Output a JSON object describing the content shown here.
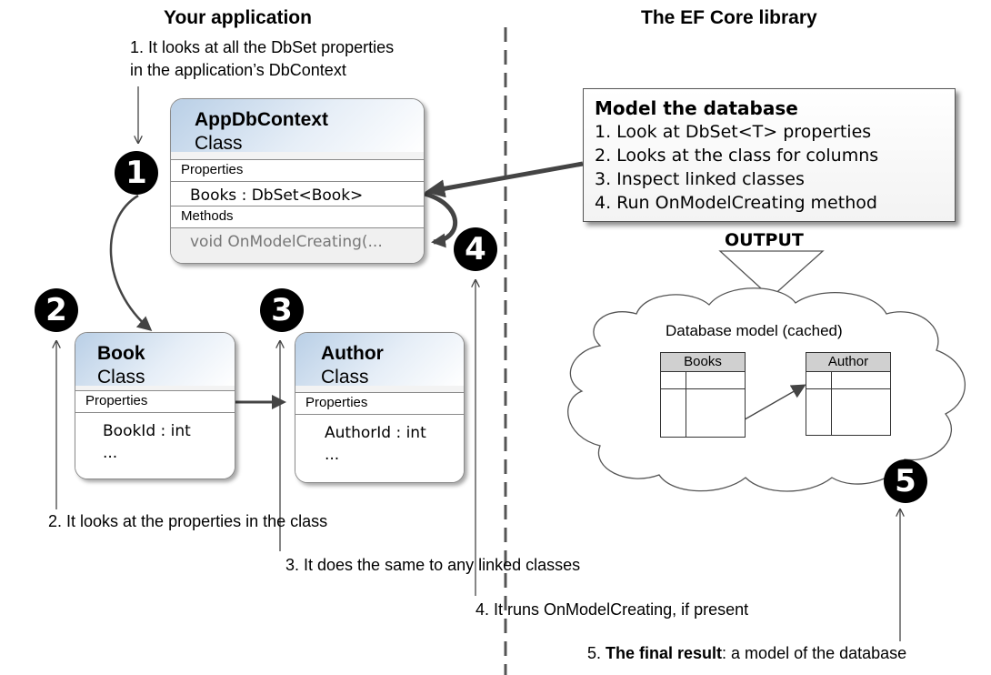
{
  "headings": {
    "left": "Your application",
    "right": "The EF Core library"
  },
  "notes": {
    "step1_line1": "1. It looks at all the DbSet properties",
    "step1_line2": "in the application’s DbContext",
    "step2": "2. It looks at the properties in the class",
    "step3": "3. It does the same to any linked classes",
    "step4": "4. It runs OnModelCreating, if present",
    "step5_prefix": "5. ",
    "step5_bold": "The final result",
    "step5_rest": ": a model of the database"
  },
  "appdbcontext": {
    "name": "AppDbContext",
    "kind": "Class",
    "properties_label": "Properties",
    "property": "Books : DbSet<Book>",
    "methods_label": "Methods",
    "method": "void OnModelCreating(..."
  },
  "book": {
    "name": "Book",
    "kind": "Class",
    "properties_label": "Properties",
    "member1": "BookId : int",
    "member2": "..."
  },
  "author": {
    "name": "Author",
    "kind": "Class",
    "properties_label": "Properties",
    "member1": "AuthorId : int",
    "member2": "..."
  },
  "model": {
    "title": "Model the database",
    "steps": [
      "1. Look at DbSet<T> properties",
      "2. Looks at the class for columns",
      "3. Inspect linked classes",
      "4. Run OnModelCreating method"
    ]
  },
  "output_label": "OUTPUT",
  "cloud": {
    "title": "Database model (cached)",
    "table1": "Books",
    "table2": "Author"
  },
  "badges": [
    "1",
    "2",
    "3",
    "4",
    "5"
  ]
}
